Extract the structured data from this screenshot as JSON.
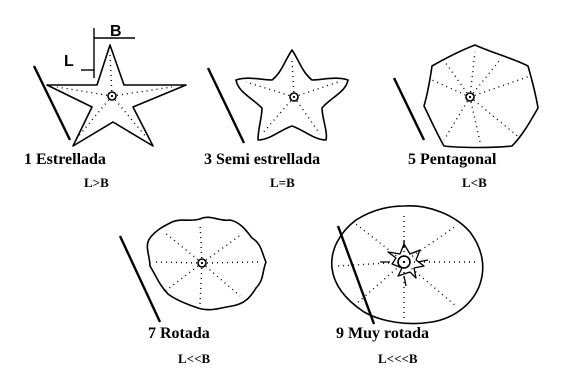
{
  "dimension_labels": {
    "length": "L",
    "breadth": "B"
  },
  "shapes": [
    {
      "caption": "1 Estrellada",
      "ratio": "L>B"
    },
    {
      "caption": "3 Semi estrellada",
      "ratio": "L=B"
    },
    {
      "caption": "5 Pentagonal",
      "ratio": "L<B"
    },
    {
      "caption": "7 Rotada",
      "ratio": "L<<B"
    },
    {
      "caption": "9 Muy rotada",
      "ratio": "L<<<B"
    }
  ]
}
